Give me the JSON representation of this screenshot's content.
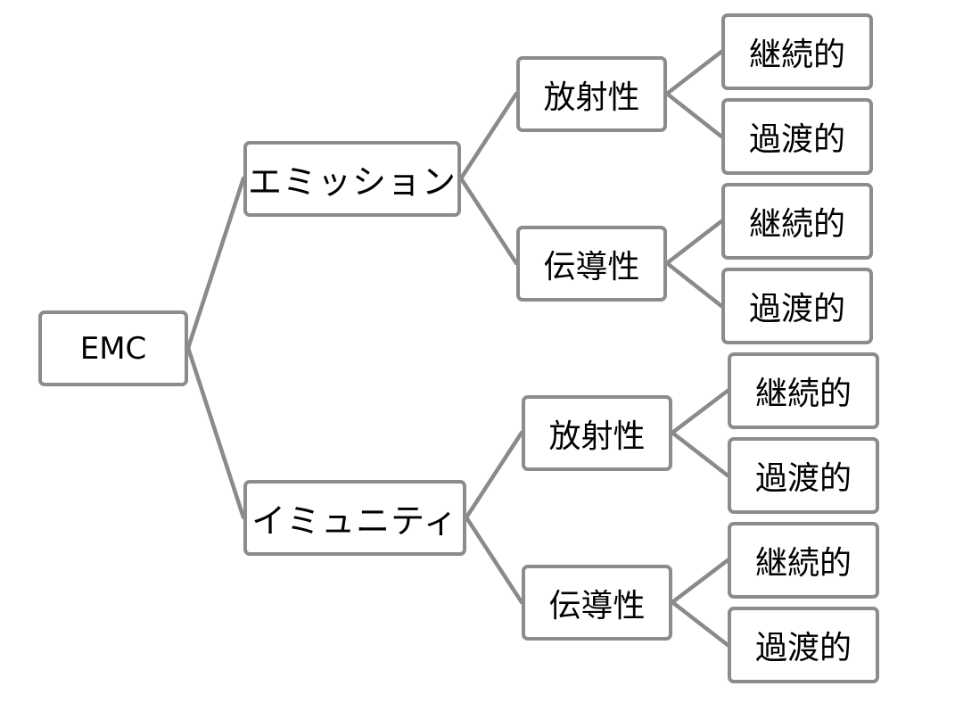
{
  "colors": {
    "border": "#8c8c8c",
    "connector": "#8a8a8a",
    "text": "#000000",
    "background": "#ffffff"
  },
  "tree": {
    "root": "EMC",
    "emission": {
      "label": "エミッション",
      "radiated": {
        "label": "放射性",
        "continuous": "継続的",
        "transient": "過渡的"
      },
      "conducted": {
        "label": "伝導性",
        "continuous": "継続的",
        "transient": "過渡的"
      }
    },
    "immunity": {
      "label": "イミュニティ",
      "radiated": {
        "label": "放射性",
        "continuous": "継続的",
        "transient": "過渡的"
      },
      "conducted": {
        "label": "伝導性",
        "continuous": "継続的",
        "transient": "過渡的"
      }
    }
  }
}
